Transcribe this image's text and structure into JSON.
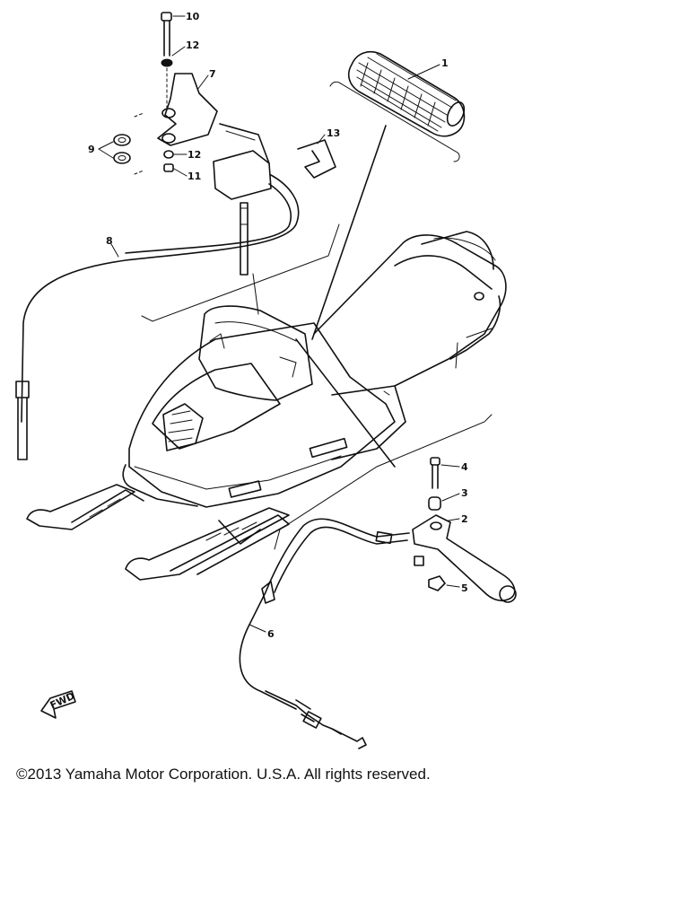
{
  "diagram": {
    "callouts": {
      "c1": "1",
      "c2": "2",
      "c3": "3",
      "c4": "4",
      "c5": "5",
      "c6": "6",
      "c7": "7",
      "c8": "8",
      "c9": "9",
      "c10": "10",
      "c11": "11",
      "c12a": "12",
      "c12b": "12",
      "c13": "13"
    },
    "fwd_label": "FWD"
  },
  "footer": {
    "copyright": "©2013 Yamaha Motor Corporation. U.S.A. All rights reserved."
  }
}
